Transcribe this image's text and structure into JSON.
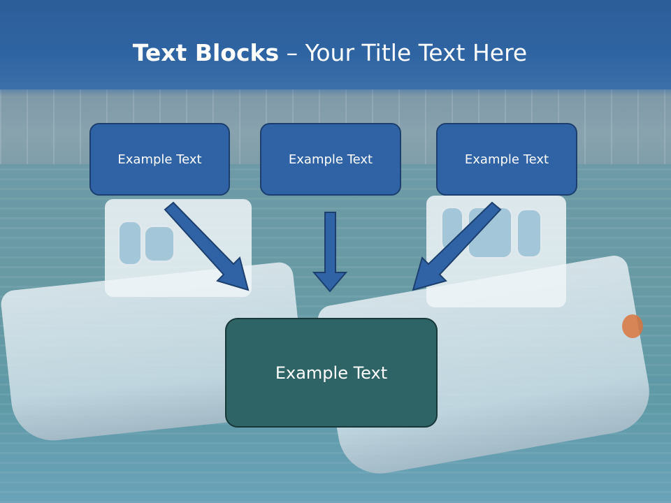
{
  "slide": {
    "title_bold": "Text Blocks",
    "title_rest": " – Your Title Text Here"
  },
  "blocks": {
    "top": [
      {
        "label": "Example Text"
      },
      {
        "label": "Example Text"
      },
      {
        "label": "Example Text"
      }
    ],
    "main": {
      "label": "Example Text"
    }
  },
  "colors": {
    "header": "#2f64a2",
    "top_box_fill": "#2f63a6",
    "top_box_border": "#1c3f6e",
    "main_box_fill": "#2f6466",
    "main_box_border": "#173738",
    "arrow_fill": "#2f63a6"
  }
}
